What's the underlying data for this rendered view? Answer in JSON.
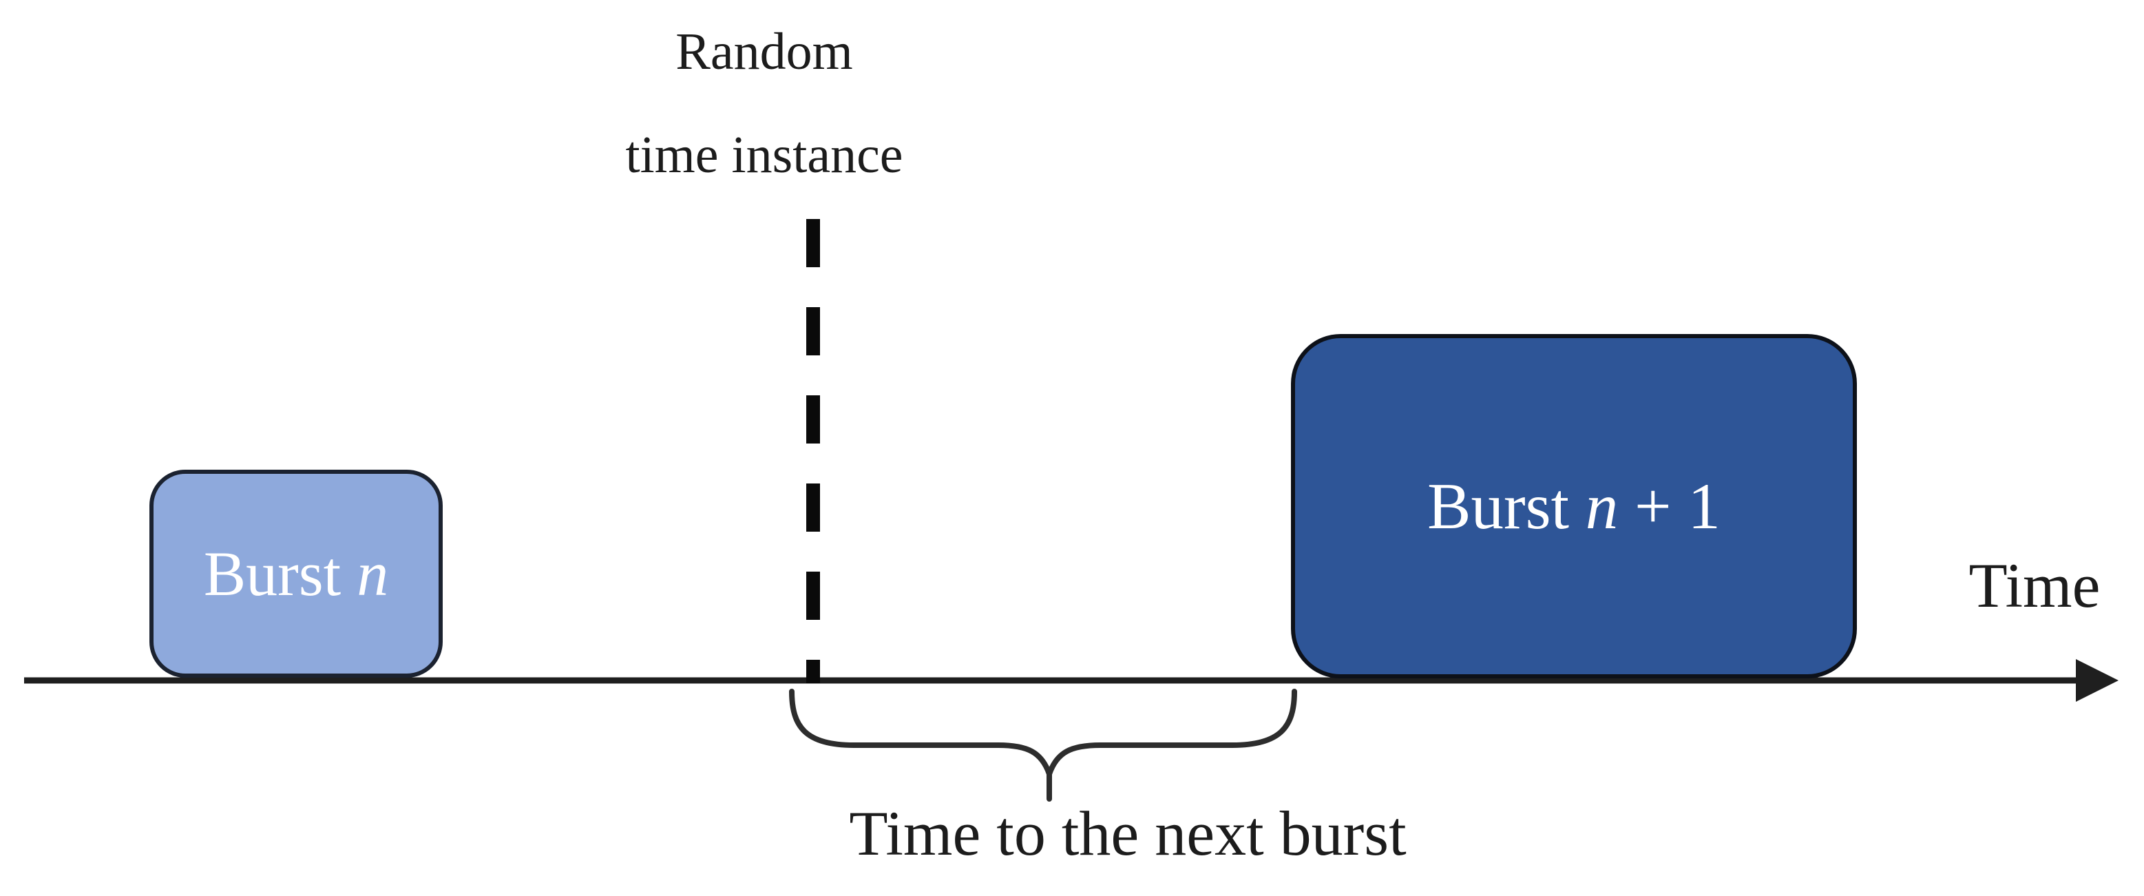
{
  "labels": {
    "random_line1": "Random",
    "random_line2": "time instance",
    "axis": "Time",
    "brace": "Time to the next burst"
  },
  "bursts": [
    {
      "prefix": "Burst ",
      "variable": "n",
      "suffix": ""
    },
    {
      "prefix": "Burst ",
      "variable": "n",
      "suffix": " + 1"
    }
  ],
  "colors": {
    "burst_n_fill": "#8EA9DC",
    "burst_n_border": "#1B2230",
    "burst_n1_fill": "#2E5597",
    "burst_n1_border": "#0D1119",
    "line": "#1F1F1F",
    "text": "#1C1C1C",
    "burst_text": "#FFFFFF"
  }
}
